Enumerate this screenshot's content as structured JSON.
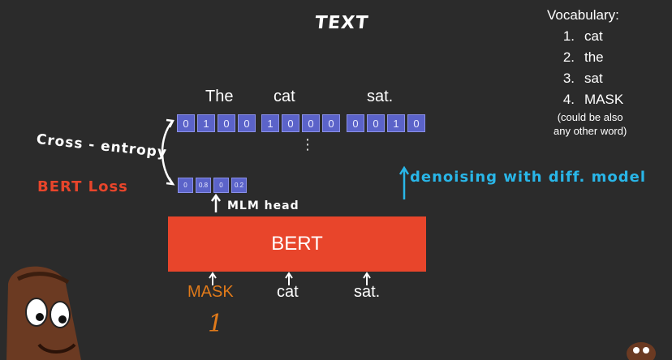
{
  "title": "TEXT",
  "vocabulary": {
    "heading": "Vocabulary:",
    "items": [
      {
        "num": "1.",
        "word": "cat"
      },
      {
        "num": "2.",
        "word": "the"
      },
      {
        "num": "3.",
        "word": "sat"
      },
      {
        "num": "4.",
        "word": "MASK"
      }
    ],
    "note_line1": "(could be also",
    "note_line2": "any other word)"
  },
  "target_words": [
    "The",
    "cat",
    "sat."
  ],
  "target_vectors": [
    [
      "0",
      "1",
      "0",
      "0"
    ],
    [
      "1",
      "0",
      "0",
      "0"
    ],
    [
      "0",
      "0",
      "1",
      "0"
    ]
  ],
  "ellipsis": "⋮",
  "predicted_vector": [
    "0",
    "0.8",
    "0",
    "0.2"
  ],
  "annotations": {
    "cross_entropy": "Cross - entropy",
    "bert_loss": "BERT Loss",
    "mlm_head": "MLM head",
    "denoising": "denoising with diff. model"
  },
  "model_label": "BERT",
  "inputs": [
    "MASK",
    "cat",
    "sat."
  ],
  "mask_index": "1",
  "colors": {
    "background": "#2b2b2b",
    "bert_box": "#e8452b",
    "vector_cell": "#5b63c9",
    "loss_text": "#e8452b",
    "denoise_text": "#29b6e8",
    "mask_text": "#e07a1a"
  }
}
